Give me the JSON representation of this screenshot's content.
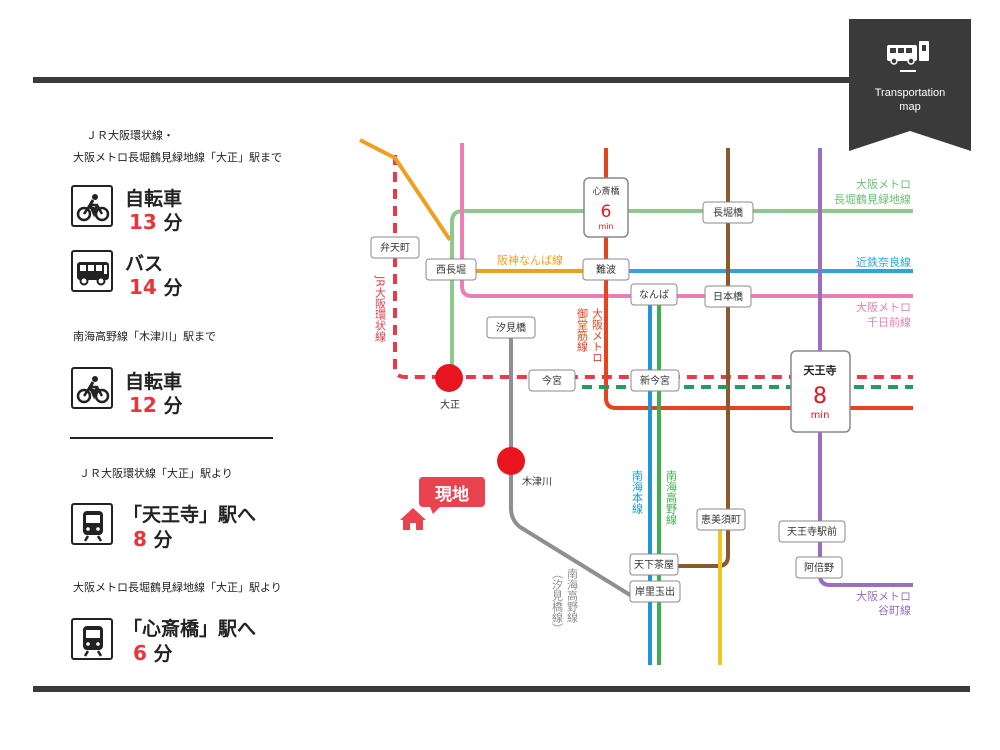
{
  "badge": {
    "line1": "Transportation",
    "line2": "map",
    "icon": "bus-icon"
  },
  "access": {
    "section1_heading_line1": "ＪＲ大阪環状線・",
    "section1_heading_line2": "大阪メトロ長堀鶴見緑地線「大正」駅まで",
    "bike1_label": "自転車",
    "bike1_num": "13",
    "bike1_unit": "分",
    "bus_label": "バス",
    "bus_num": "14",
    "bus_unit": "分",
    "section2_heading": "南海高野線「木津川」駅まで",
    "bike2_label": "自転車",
    "bike2_num": "12",
    "bike2_unit": "分",
    "section3_heading": "ＪＲ大阪環状線「大正」駅より",
    "train1_label": "「天王寺」駅へ",
    "train1_num": "8",
    "train1_unit": "分",
    "section4_heading": "大阪メトロ長堀鶴見緑地線「大正」駅より",
    "train2_label": "「心斎橋」駅へ",
    "train2_num": "6",
    "train2_unit": "分"
  },
  "map": {
    "colors": {
      "jr_loop": "#e43c4a",
      "nagahori": "#8cc98f",
      "hanshin": "#f0a020",
      "kintetsu": "#2aa6dc",
      "sennichimae": "#e97fb5",
      "midosuji": "#e2451f",
      "sakaisuji": "#8a5a2a",
      "tanimachi": "#9a6ec0",
      "nankai_main": "#1e97d4",
      "nankai_koya": "#43ae4f",
      "shiomi": "#8f8f8f",
      "yotsubashi": "#f0c51e",
      "yotsubashi_dashed": "#1f9e5e"
    },
    "stations": {
      "bentencho": "弁天町",
      "nishinagahori": "西長堀",
      "namba": "難波",
      "nagahoribashi": "長堀橋",
      "nanba2": "なんば",
      "nipponbashi": "日本橋",
      "shiomibashi": "汐見橋",
      "imamiya": "今宮",
      "shinimamiya": "新今宮",
      "taisho": "大正",
      "kizugawa": "木津川",
      "ebisucho": "恵美須町",
      "tengachaya": "天下茶屋",
      "kishinosato": "岸里玉出",
      "tennojimae": "天王寺駅前",
      "abeno": "阿倍野",
      "shinsaibashi": "心斎橋",
      "tennoji": "天王寺"
    },
    "shinsaibashi_min": "6",
    "tennoji_min": "8",
    "min_unit": "min",
    "site_label": "現地",
    "line_labels": {
      "nagahori_1": "大阪メトロ",
      "nagahori_2": "長堀鶴見緑地線",
      "kintetsu": "近鉄奈良線",
      "sennichimae_1": "大阪メトロ",
      "sennichimae_2": "千日前線",
      "hanshin": "阪神なんば線",
      "tanimachi_1": "大阪メトロ",
      "tanimachi_2": "谷町線",
      "jr_v": "JR大阪環状線",
      "midosuji_v1": "大阪メトロ",
      "midosuji_v2": "御堂筋線",
      "nankai_main_v": "南海本線",
      "nankai_koya_v": "南海高野線",
      "shiomi_v1": "南海高野線",
      "shiomi_v2": "（汐見橋線）"
    }
  }
}
